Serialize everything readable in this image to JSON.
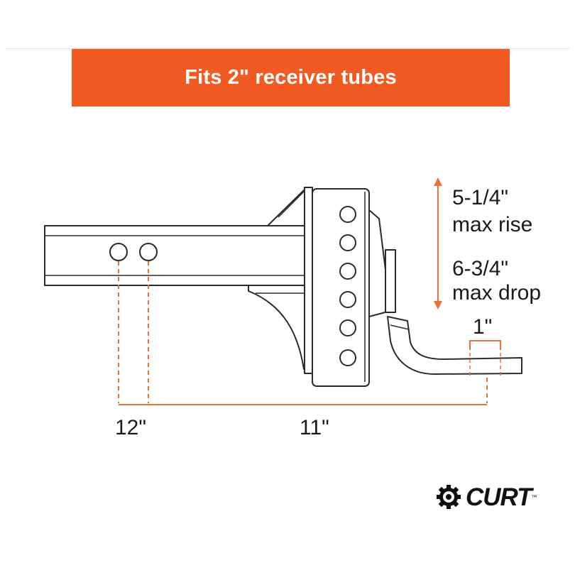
{
  "banner": {
    "text": "Fits 2\" receiver tubes",
    "color": "#F15A22"
  },
  "accent_color": "#E8703A",
  "labels": {
    "rise_value": "5-1/4\"",
    "rise_text": "max rise",
    "drop_value": "6-3/4\"",
    "drop_text": "max drop",
    "ball_hole": "1\"",
    "shank_length": "12\"",
    "reach_length": "11\""
  },
  "logo": {
    "text": "CURT",
    "icon": "curt-gear-icon"
  }
}
